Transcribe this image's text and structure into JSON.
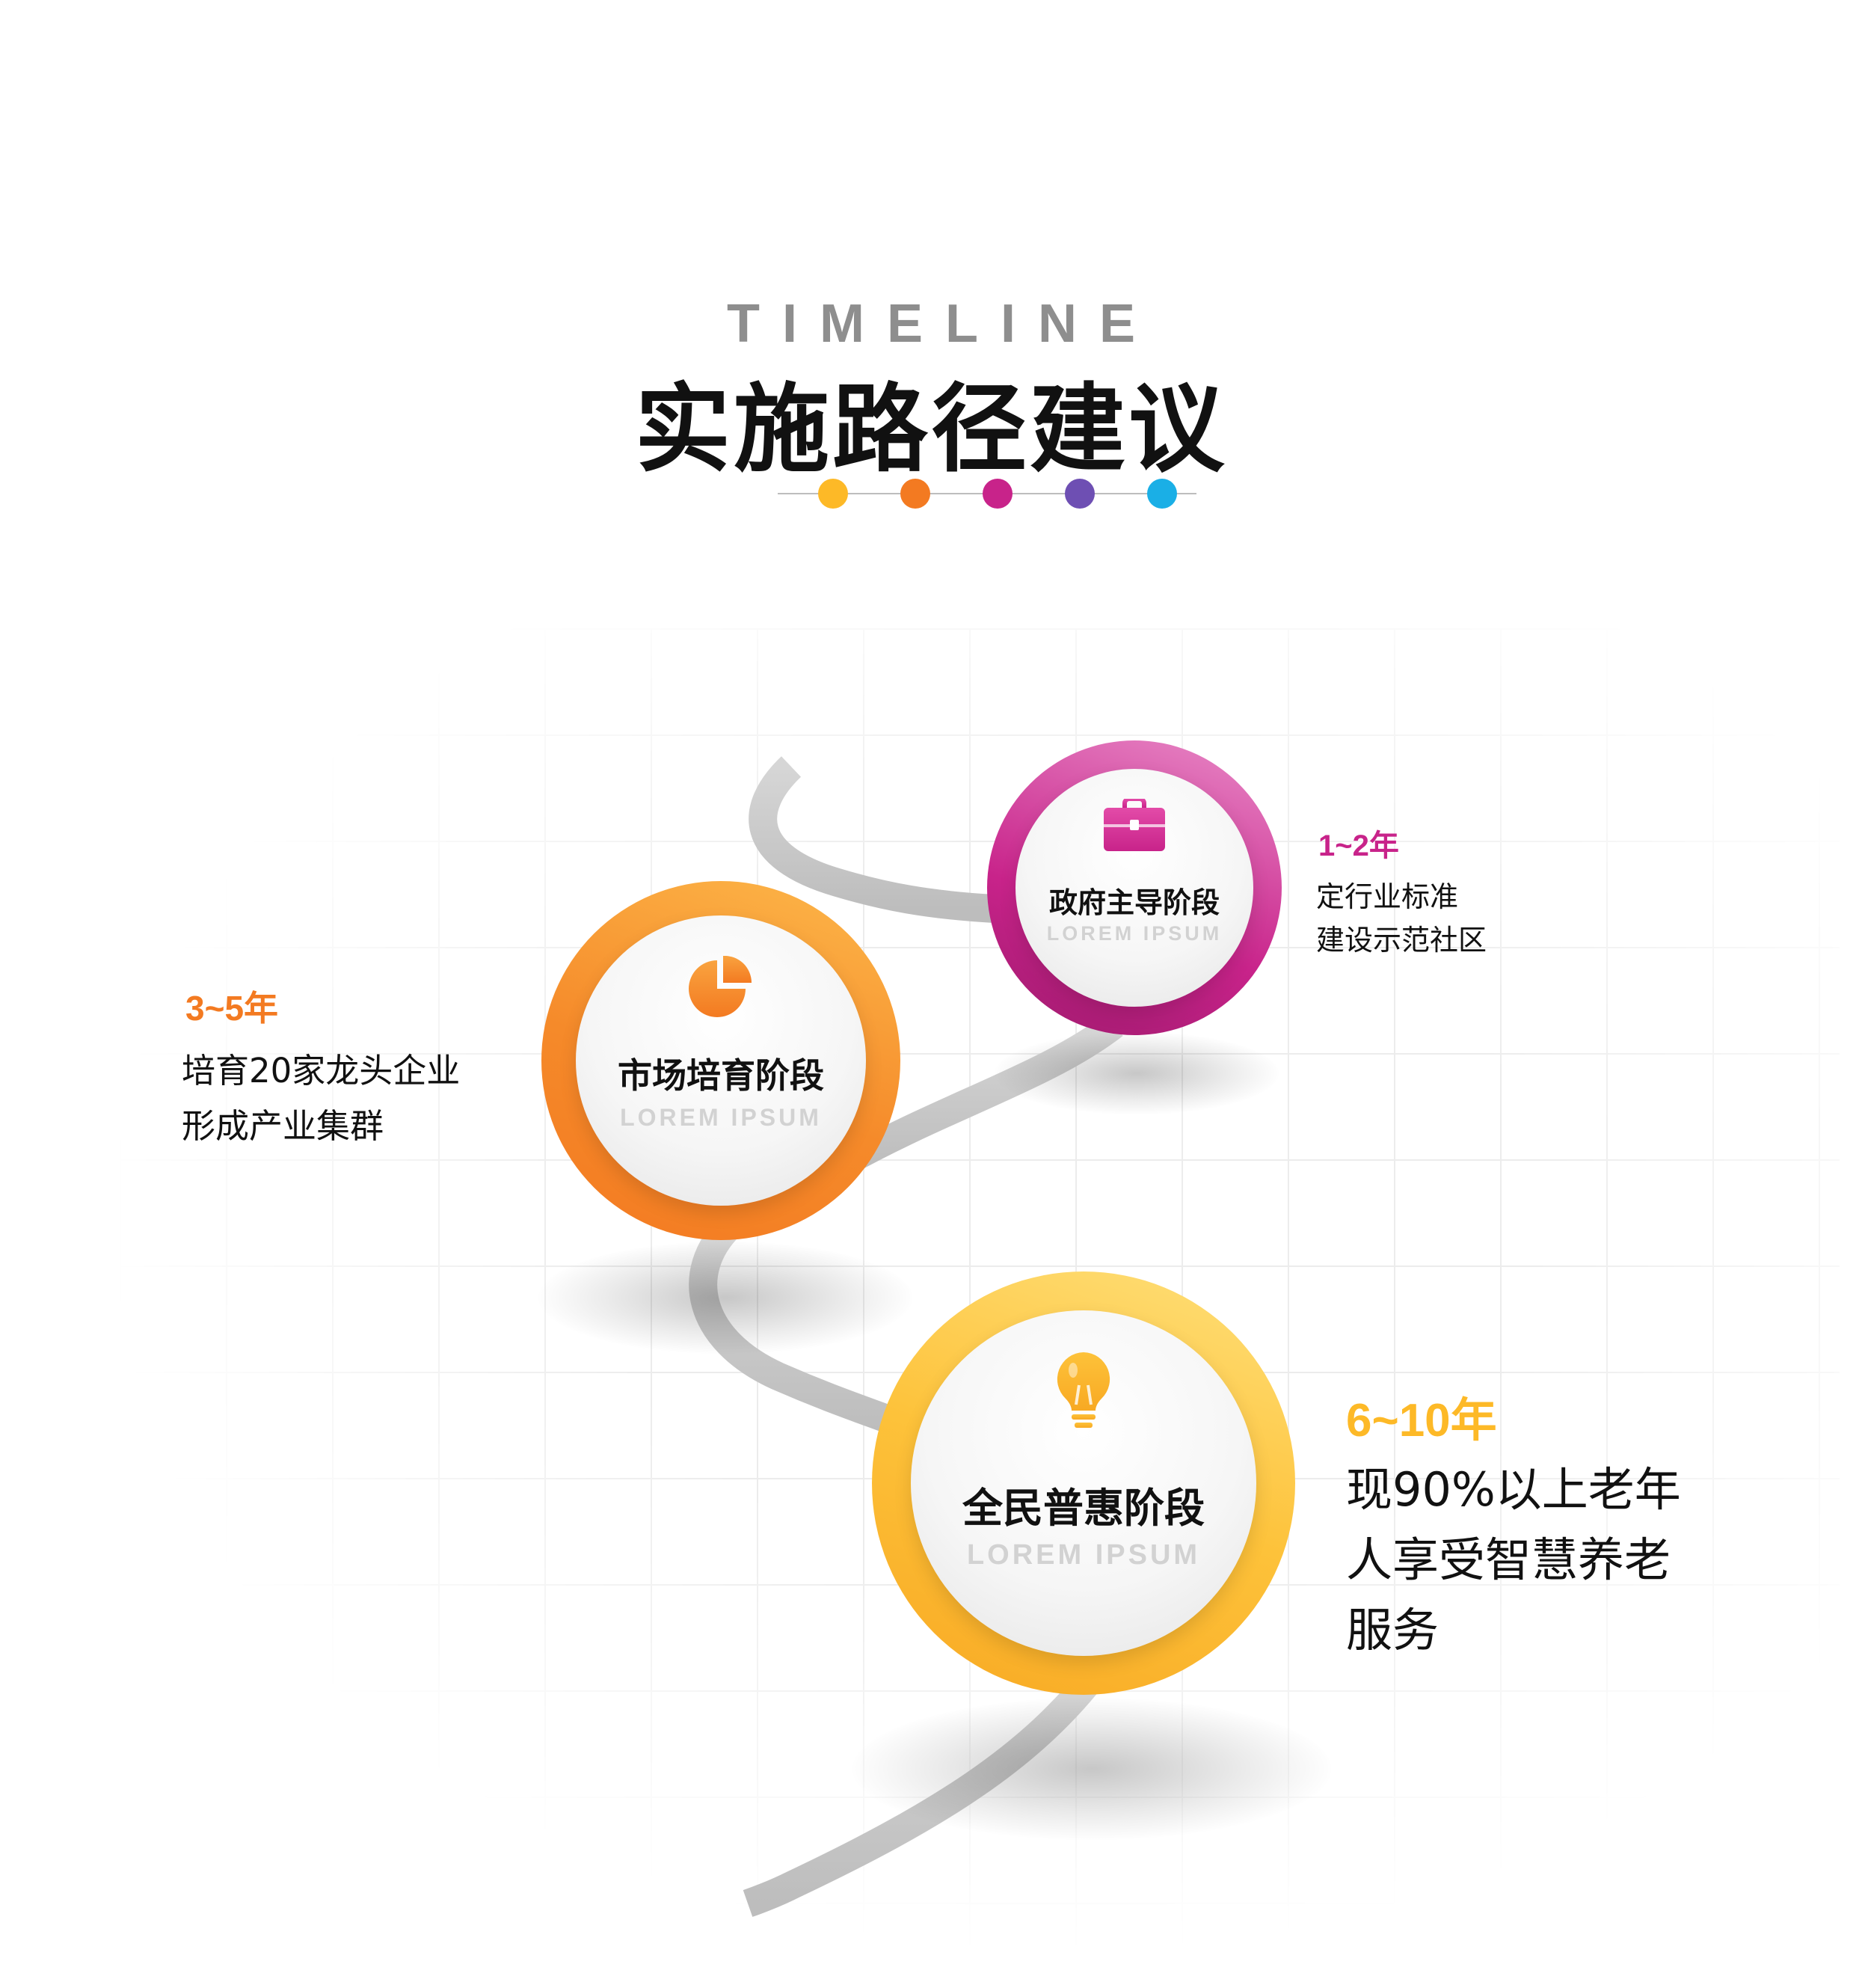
{
  "header": {
    "eyebrow": "TIMELINE",
    "title": "实施路径建议"
  },
  "colors": {
    "yellow": "#FDB927",
    "orange": "#F37A21",
    "magenta": "#C8238A",
    "purple": "#6E4FB3",
    "cyan": "#1AAFE6",
    "road": "#cfcfcf"
  },
  "stages": [
    {
      "name": "政府主导阶段",
      "subtitle": "LOREM IPSUM",
      "icon": "briefcase-icon",
      "year": "1~2年",
      "desc": [
        "定行业标准",
        "建设示范社区"
      ]
    },
    {
      "name": "市场培育阶段",
      "subtitle": "LOREM IPSUM",
      "icon": "pie-chart-icon",
      "year": "3~5年",
      "desc": [
        "培育20家龙头企业",
        "形成产业集群"
      ]
    },
    {
      "name": "全民普惠阶段",
      "subtitle": "LOREM IPSUM",
      "icon": "lightbulb-icon",
      "year": "6~10年",
      "desc": [
        "现90%以上老年",
        "人享受智慧养老",
        "服务"
      ]
    }
  ]
}
